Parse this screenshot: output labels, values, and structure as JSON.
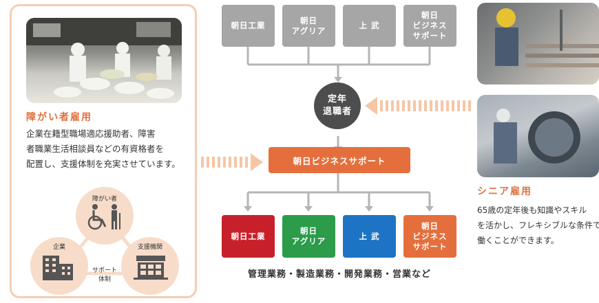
{
  "left_panel": {
    "heading": "障がい者雇用",
    "body_lines": [
      "企業在籍型職場適応援助者、障害",
      "者職業生活相談員などの有資格者を",
      "配置し、支援体制を充実させています。"
    ],
    "circle_top_label": "障がい者",
    "circle_left_label": "企業",
    "circle_right_label": "支援機関",
    "support_label_line1": "サポート",
    "support_label_line2": "体制"
  },
  "top_companies": [
    {
      "line1": "朝日工業",
      "line2": "",
      "line3": ""
    },
    {
      "line1": "朝日",
      "line2": "アグリア",
      "line3": ""
    },
    {
      "line1": "上 武",
      "line2": "",
      "line3": ""
    },
    {
      "line1": "朝日",
      "line2": "ビジネス",
      "line3": "サポート"
    }
  ],
  "center_circle": {
    "line1": "定年",
    "line2": "退職者"
  },
  "center_bar": "朝日ビジネスサポート",
  "bottom_companies": [
    {
      "line1": "朝日工業",
      "line2": "",
      "line3": "",
      "color": "#c8202a"
    },
    {
      "line1": "朝日",
      "line2": "アグリア",
      "line3": "",
      "color": "#2c9b4a"
    },
    {
      "line1": "上 武",
      "line2": "",
      "line3": "",
      "color": "#1d74c4"
    },
    {
      "line1": "朝日",
      "line2": "ビジネス",
      "line3": "サポート",
      "color": "#e46f3c"
    }
  ],
  "bottom_caption": "管理業務・製造業務・開発業務・営業など",
  "senior": {
    "heading": "シニア雇用",
    "body_lines": [
      "65歳の定年後も知識やスキル",
      "を活かし、フレキシブルな条件で",
      "働くことができます。"
    ]
  },
  "colors": {
    "accent": "#e46f3c",
    "gray": "#a6a6a6",
    "dark": "#4d4d4d",
    "circle": "#f7dcc9",
    "panel_border": "#f5cdb3"
  }
}
